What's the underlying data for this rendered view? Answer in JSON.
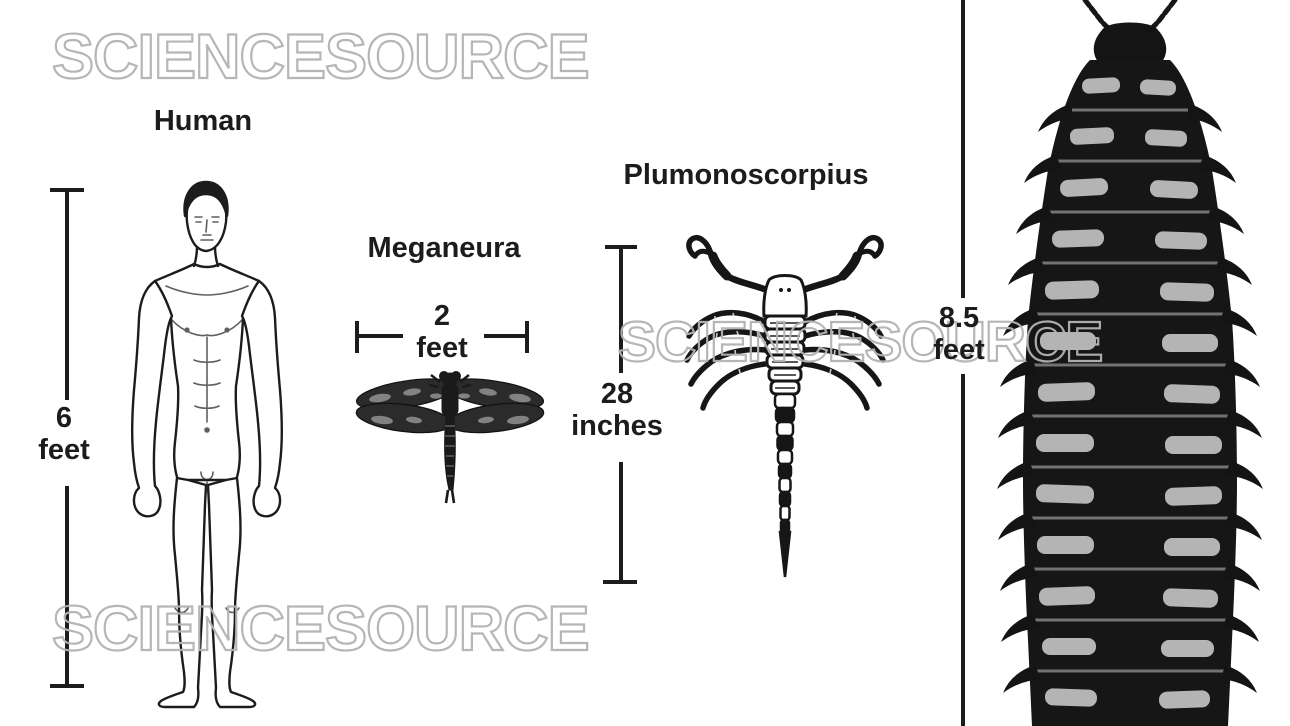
{
  "watermark": {
    "text": "SCIENCESOURCE",
    "color": "#b3b3b3"
  },
  "ink_color": "#1c1c1c",
  "figures": {
    "human": {
      "label": "Human",
      "size_value": "6",
      "size_unit": "feet"
    },
    "meganeura": {
      "label": "Meganeura",
      "size_value": "2",
      "size_unit": "feet"
    },
    "plumonoscorpius": {
      "label": "Plumonoscorpius",
      "size_value": "28",
      "size_unit": "inches"
    },
    "giant_millipede": {
      "size_value": "8.5",
      "size_unit": "feet"
    }
  }
}
